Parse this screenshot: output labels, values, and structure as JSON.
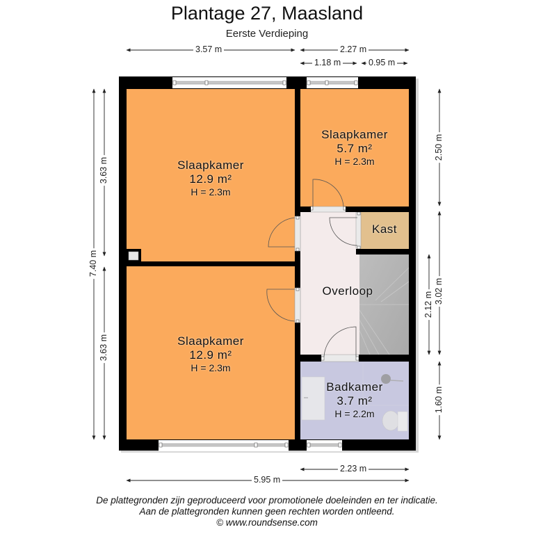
{
  "header": {
    "title": "Plantage 27, Maasland",
    "subtitle": "Eerste Verdieping"
  },
  "dimensions": {
    "top": [
      {
        "label": "3.57 m"
      },
      {
        "label": "2.27 m"
      },
      {
        "label": "1.18 m"
      },
      {
        "label": "0.95 m"
      }
    ],
    "left": [
      {
        "label": "7.40 m"
      },
      {
        "label": "3.63 m"
      },
      {
        "label": "3.63 m"
      }
    ],
    "right": [
      {
        "label": "2.50 m"
      },
      {
        "label": "3.02 m"
      },
      {
        "label": "2.12 m"
      },
      {
        "label": "1.60 m"
      }
    ],
    "bottom": [
      {
        "label": "2.23 m"
      },
      {
        "label": "5.95 m"
      }
    ]
  },
  "rooms": [
    {
      "name": "Slaapkamer",
      "area": "12.9 m²",
      "height": "H = 2.3m",
      "color": "#FBAA5C"
    },
    {
      "name": "Slaapkamer",
      "area": "5.7 m²",
      "height": "H = 2.3m",
      "color": "#FBAA5C"
    },
    {
      "name": "Kast",
      "color": "#E2C08E"
    },
    {
      "name": "Overloop",
      "color": "#F4EBEB"
    },
    {
      "name": "Slaapkamer",
      "area": "12.9 m²",
      "height": "H = 2.3m",
      "color": "#FBAA5C"
    },
    {
      "name": "Badkamer",
      "area": "3.7 m²",
      "height": "H = 2.2m",
      "color": "#C8C8E0"
    }
  ],
  "stairs": {
    "color": "#B4B4B4"
  },
  "footer": {
    "line1": "De plattegronden zijn geproduceerd voor promotionele doeleinden en ter indicatie.",
    "line2": "Aan de plattegronden kunnen geen rechten worden ontleend.",
    "line3": "© www.roundsense.com"
  }
}
